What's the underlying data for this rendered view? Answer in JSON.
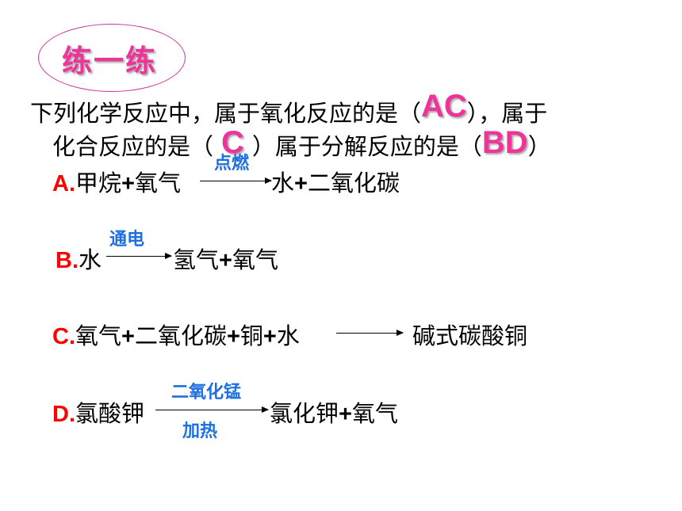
{
  "title": "练一练",
  "question": {
    "line1_part1": "下列化学反应中，属于氧化反应的是（",
    "answer_oxidation": "AC",
    "line1_part2": "），属于",
    "line2_part1": "化合反应的是（",
    "answer_combination": "C",
    "line2_part2": "）属于分解反应的是（",
    "answer_decomposition": "BD",
    "line2_part3": "）"
  },
  "options": {
    "a": {
      "letter": "A.",
      "r1": "甲烷",
      "plus1": "+",
      "r2": "氧气",
      "condition": "点燃",
      "p1": "水",
      "plus2": "+",
      "p2": "二氧化碳"
    },
    "b": {
      "letter": "B.",
      "r1": "水",
      "condition": "通电",
      "p1": "氢气",
      "plus1": "+",
      "p2": "氧气"
    },
    "c": {
      "letter": "C.",
      "r1": "氧气",
      "plus1": "+",
      "r2": "二氧化碳",
      "plus2": "+",
      "r3": "铜",
      "plus3": "+",
      "r4": "水",
      "p1": "碱式碳酸铜"
    },
    "d": {
      "letter": "D.",
      "r1": "氯酸钾",
      "condition_top": "二氧化锰",
      "condition_bottom": "加热",
      "p1": "氯化钾",
      "plus1": "+",
      "p2": "氧气"
    }
  },
  "colors": {
    "title": "#ee3399",
    "answer": "#ee3399",
    "letter": "#ff0000",
    "condition": "#1e6fe0"
  }
}
